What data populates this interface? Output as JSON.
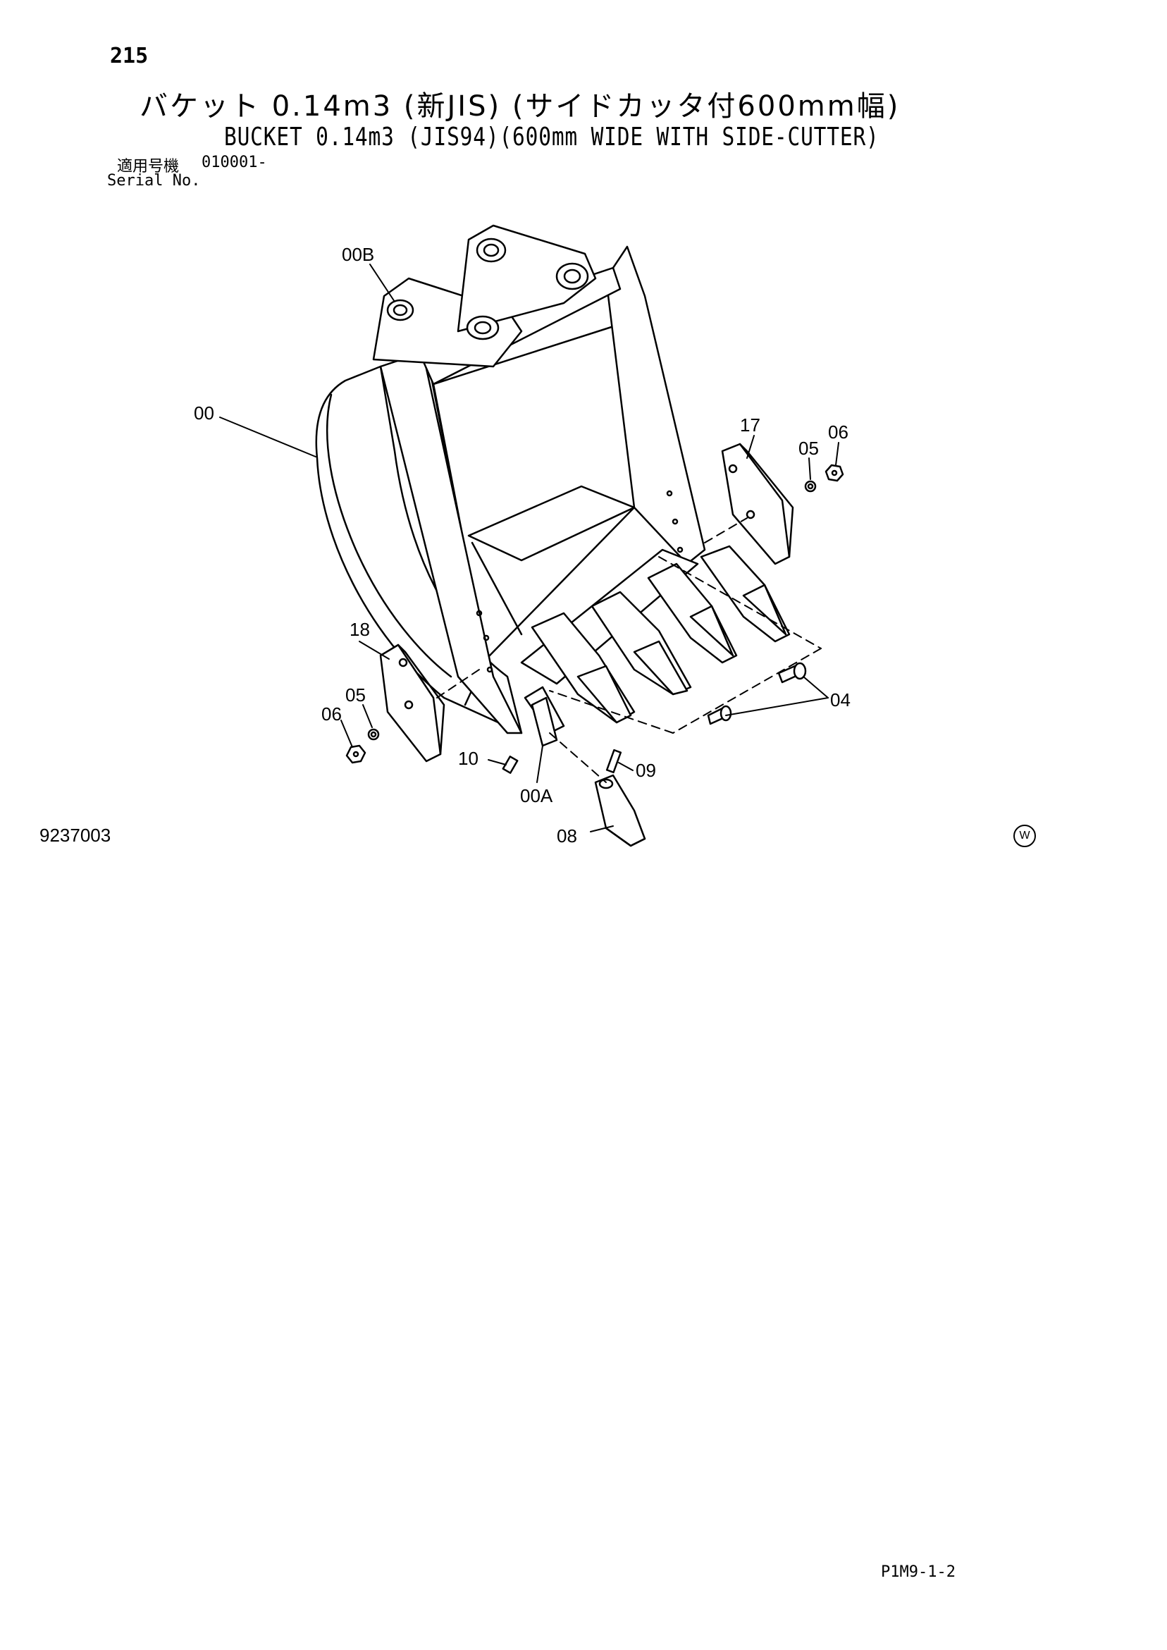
{
  "header": {
    "page_number": "215",
    "title_jp": "バケット 0.14m3 (新JIS) (サイドカッタ付600mm幅)",
    "title_en": "BUCKET 0.14m3 (JIS94)(600mm WIDE WITH SIDE-CUTTER)",
    "serial_label_jp": "適用号機",
    "serial_value": "010001-",
    "serial_label_en": "Serial No."
  },
  "diagram": {
    "callouts": {
      "c00B": "00B",
      "c00": "00",
      "c17": "17",
      "c05r": "05",
      "c06r": "06",
      "c18": "18",
      "c05l": "05",
      "c06l": "06",
      "c04": "04",
      "c10": "10",
      "c00A": "00A",
      "c09": "09",
      "c08": "08"
    }
  },
  "footer": {
    "figure_code": "9237003",
    "watermark": "W",
    "page_ref": "P1M9-1-2"
  }
}
